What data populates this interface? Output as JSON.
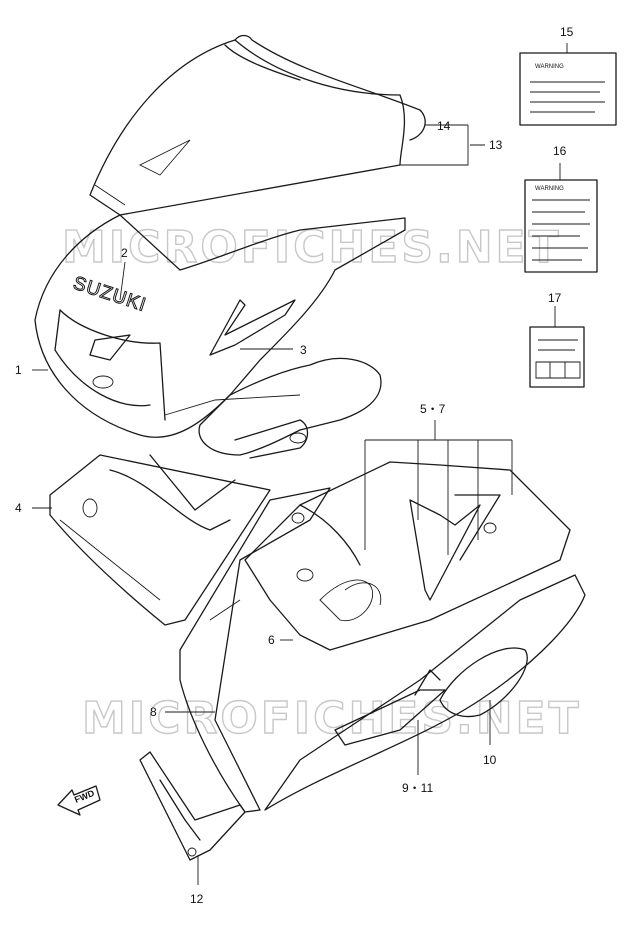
{
  "watermark": "MICROFICHES.NET",
  "brand_text": "SUZUKI",
  "direction_text": "FWD",
  "warning_text": "WARNING",
  "callouts": {
    "c1": "1",
    "c2": "2",
    "c3": "3",
    "c4": "4",
    "c5_7": "5・7",
    "c6": "6",
    "c8": "8",
    "c9_11": "9・11",
    "c10": "10",
    "c12": "12",
    "c13": "13",
    "c14": "14",
    "c15": "15",
    "c16": "16",
    "c17": "17"
  },
  "colors": {
    "line": "#1a1a1a",
    "watermark": "#c8c8c8"
  }
}
